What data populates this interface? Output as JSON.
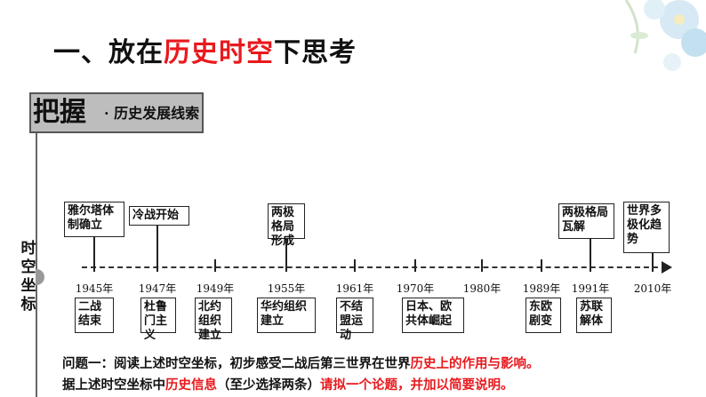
{
  "title": {
    "prefix": "一、放在",
    "highlight": "历史时空",
    "suffix": "下思考"
  },
  "banner": {
    "main": "把握",
    "sub": "· 历史发展线索"
  },
  "side_label": "时空坐标",
  "timeline": {
    "years": [
      "1945年",
      "1947年",
      "1949年",
      "1955年",
      "1961年",
      "1970年",
      "1980年",
      "1989年",
      "1991年",
      "2010年"
    ],
    "above": [
      "雅尔塔体制确立",
      "冷战开始",
      "两极格局形成",
      "两极格局瓦解",
      "世界多极化趋势"
    ],
    "below": [
      "二战结束",
      "杜鲁门主义",
      "北约组织建立",
      "华约组织建立",
      "不结盟运动",
      "日本、欧共体崛起",
      "东欧剧变",
      "苏联解体"
    ]
  },
  "question": {
    "line1_a": "问题一：阅读上述时空坐标，初步感受二战后第三世界在世界",
    "line1_b": "历史上的作用与影响。",
    "line2_a": "据上述时空坐标中",
    "line2_b": "历史信息",
    "line2_c": "（至少选择两条）",
    "line2_d": "请拟一个论题，并加以简要说明。"
  },
  "colors": {
    "accent": "#e8191d",
    "banner_bg": "#bdbdbd"
  }
}
